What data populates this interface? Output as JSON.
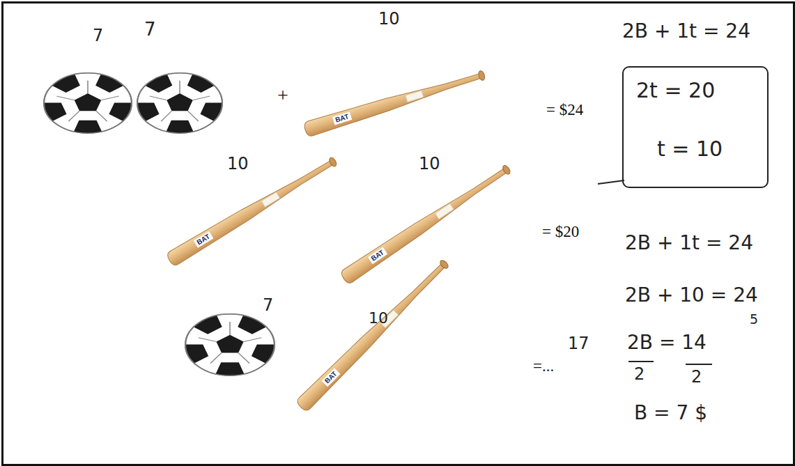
{
  "diagram": {
    "nodes": [
      {
        "text": [
          "2t = 20",
          "t = 10"
        ]
      }
    ],
    "labels": [
      "7",
      "7",
      "+",
      "10",
      "= $24",
      "10",
      "10",
      "= $20",
      "7",
      "10",
      "=...",
      "17",
      "2B + 1t = 24",
      "2B + 1t = 24",
      "2B + 10 = 24",
      "2B = 14",
      "5",
      "2",
      "2",
      "B = 7 $",
      "BAT",
      "BAT",
      "BAT",
      "BAT"
    ]
  }
}
